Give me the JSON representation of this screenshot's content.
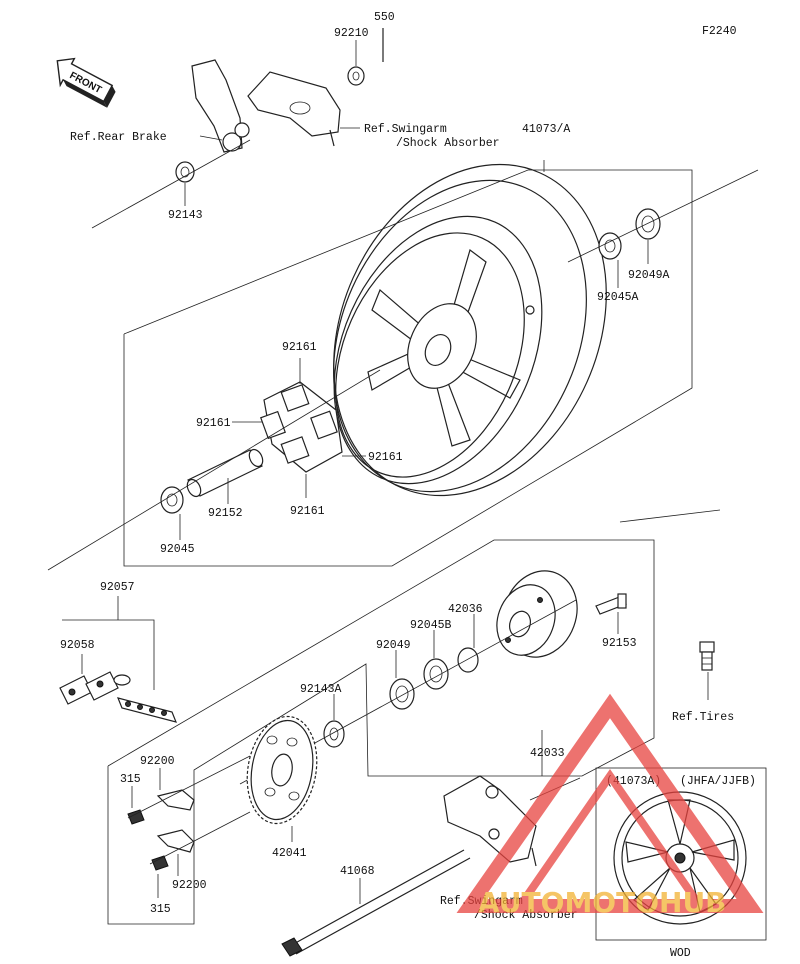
{
  "figure_code": "F2240",
  "front_arrow": "FRONT",
  "labels": {
    "p550": "550",
    "p92210": "92210",
    "ref_rear_brake": "Ref.Rear Brake",
    "ref_swingarm_top_1": "Ref.Swingarm",
    "ref_swingarm_top_2": "/Shock Absorber",
    "p41073": "41073/A",
    "p92143": "92143",
    "p92049A": "92049A",
    "p92045A": "92045A",
    "p92161_a": "92161",
    "p92161_b": "92161",
    "p92161_c": "92161",
    "p92161_d": "92161",
    "p92152": "92152",
    "p92045": "92045",
    "p92057": "92057",
    "p92058": "92058",
    "p42036": "42036",
    "p92045B": "92045B",
    "p92049": "92049",
    "p92153": "92153",
    "p92143A": "92143A",
    "ref_tires": "Ref.Tires",
    "p42033": "42033",
    "p92200_a": "92200",
    "p92200_b": "92200",
    "p315_a": "315",
    "p315_b": "315",
    "p42041": "42041",
    "p41068": "41068",
    "ref_swingarm_bot_1": "Ref.Swingarm",
    "ref_swingarm_bot_2": "/Shock Absorber",
    "inset_title_1": "(41073A)",
    "inset_title_2": "(JHFA/JJFB)",
    "inset_caption": "WOD"
  },
  "watermark": "AUTOMOTOHUB",
  "colors": {
    "line": "#222222",
    "watermark": "#e8433f",
    "watermark_text": "#f2b233"
  }
}
